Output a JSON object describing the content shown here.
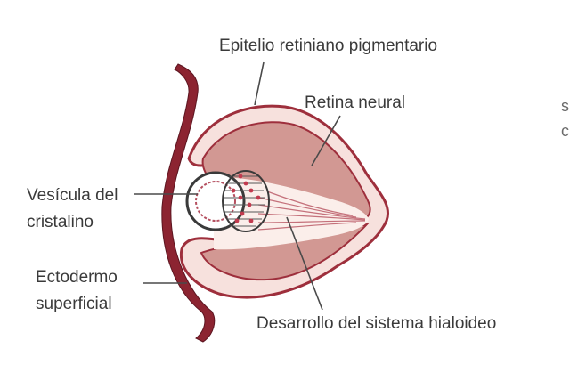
{
  "labels": {
    "epithelium": "Epitelio retiniano pigmentario",
    "neural_retina": "Retina neural",
    "lens_vesicle_line1": "Vesícula del",
    "lens_vesicle_line2": "cristalino",
    "ectoderm_line1": "Ectodermo",
    "ectoderm_line2": "superficial",
    "hyaloid": "Desarrollo del sistema hialoideo"
  },
  "cut_off_text": {
    "line1": "s",
    "line2": "c"
  },
  "colors": {
    "outer_layer": "#9e2f3c",
    "neural_layer": "#d9a39f",
    "inner_cavity": "#f6e3df",
    "ectoderm": "#8c2431",
    "leader_line": "#4a4a4a",
    "text": "#3a3a3a"
  }
}
